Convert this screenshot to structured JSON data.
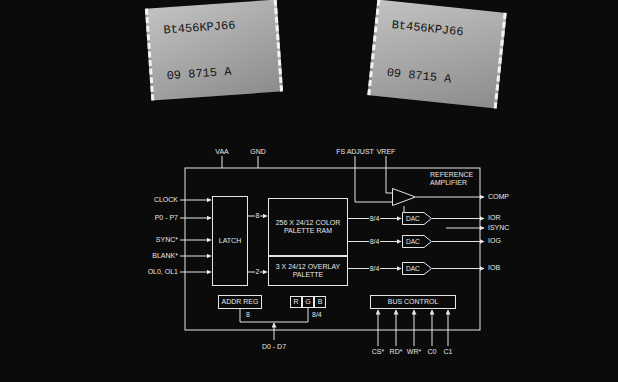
{
  "diagram": {
    "nodes": [
      {
        "text": [
          "Bt456KPJ66",
          "09 8715 A"
        ]
      },
      {
        "text": [
          "Bt456KPJ66",
          "09 8715 A"
        ]
      },
      {
        "text": [
          "LATCH"
        ]
      },
      {
        "text": [
          "256 X 24/12 COLOR PALETTE RAM"
        ]
      },
      {
        "text": [
          "3 X 24/12 OVERLAY PALETTE"
        ]
      },
      {
        "text": [
          "ADDR REG"
        ]
      },
      {
        "text": [
          "R"
        ]
      },
      {
        "text": [
          "G"
        ]
      },
      {
        "text": [
          "B"
        ]
      },
      {
        "text": [
          "BUS CONTROL"
        ]
      },
      {
        "text": [
          "REFERENCE AMPLIFIER"
        ]
      },
      {
        "text": [
          "DAC"
        ]
      },
      {
        "text": [
          "DAC"
        ]
      },
      {
        "text": [
          "DAC"
        ]
      }
    ],
    "edges": [
      {
        "from": 2,
        "to": 3,
        "arrow": "to",
        "label": "8"
      },
      {
        "from": 2,
        "to": 4,
        "arrow": "to",
        "label": "2"
      },
      {
        "from": 3,
        "to": 11,
        "arrow": "to",
        "label": "8/4"
      },
      {
        "from": 3,
        "to": 12,
        "arrow": "to",
        "label": "8/4"
      },
      {
        "from": 4,
        "to": 13,
        "arrow": "to",
        "label": "8/4"
      },
      {
        "from": 10,
        "to": 11,
        "arrow": "none"
      }
    ],
    "labels": [
      "VAA",
      "GND",
      "FS ADJUST",
      "VREF",
      "CLOCK",
      "P0 - P7",
      "SYNC*",
      "BLANK*",
      "OL0, OL1",
      "COMP",
      "IOR",
      "ISYNC",
      "IOG",
      "IOB",
      "8",
      "8/4",
      "D0 - D7",
      "CS*",
      "RD*",
      "WR*",
      "C0",
      "C1"
    ]
  }
}
